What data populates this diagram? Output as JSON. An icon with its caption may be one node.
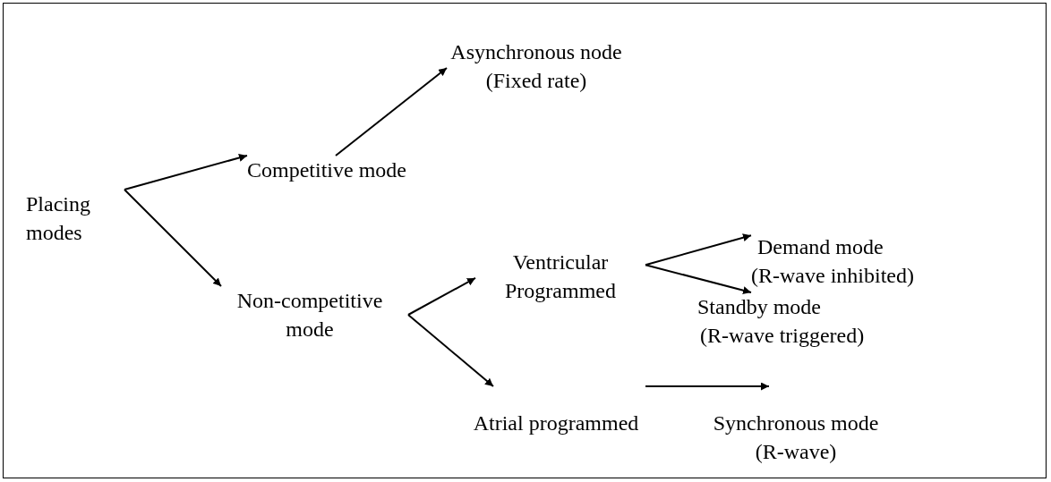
{
  "diagram": {
    "nodes": [
      {
        "text": [
          "Placing modes"
        ]
      },
      {
        "text": [
          "Competitive mode"
        ]
      },
      {
        "text": [
          "Asynchronous node",
          "(Fixed rate)"
        ]
      },
      {
        "text": [
          "Non-competitive mode"
        ]
      },
      {
        "text": [
          "Ventricular Programmed"
        ]
      },
      {
        "text": [
          "Demand mode",
          "(R-wave inhibited)"
        ]
      },
      {
        "text": [
          "Standby mode",
          "(R-wave triggered)"
        ]
      },
      {
        "text": [
          "Atrial programmed"
        ]
      },
      {
        "text": [
          "Synchronous mode",
          "(R-wave)"
        ]
      }
    ],
    "edges": [
      {
        "from": 0,
        "to": 1,
        "arrow": "to"
      },
      {
        "from": 0,
        "to": 3,
        "arrow": "to"
      },
      {
        "from": 1,
        "to": 2,
        "arrow": "to"
      },
      {
        "from": 3,
        "to": 4,
        "arrow": "to"
      },
      {
        "from": 3,
        "to": 7,
        "arrow": "to"
      },
      {
        "from": 4,
        "to": 5,
        "arrow": "to"
      },
      {
        "from": 4,
        "to": 6,
        "arrow": "to"
      },
      {
        "from": 7,
        "to": 8,
        "arrow": "to"
      }
    ]
  }
}
